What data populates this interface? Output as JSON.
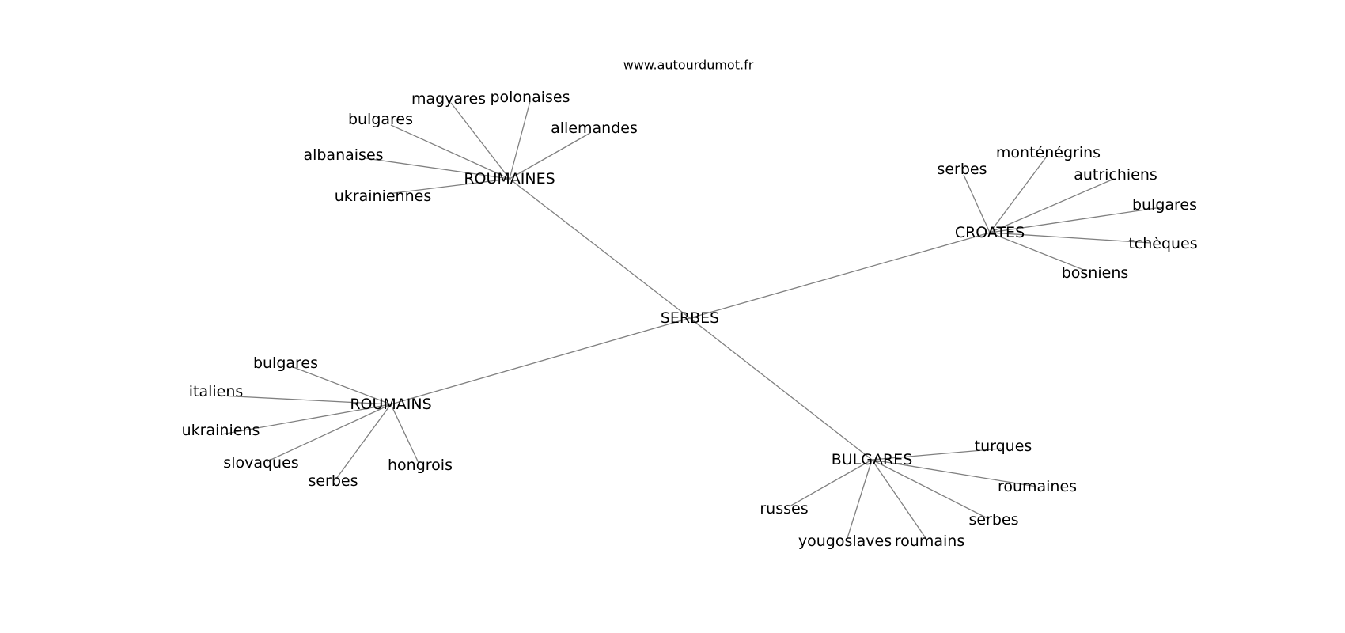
{
  "source": "www.autourdumot.fr",
  "graph": {
    "center": "SERBES",
    "hubs": [
      {
        "label": "ROUMAINES",
        "leaves": [
          "magyares",
          "polonaises",
          "bulgares",
          "allemandes",
          "albanaises",
          "ukrainiennes"
        ]
      },
      {
        "label": "CROATES",
        "leaves": [
          "serbes",
          "monténégrins",
          "autrichiens",
          "bulgares",
          "tchèques",
          "bosniens"
        ]
      },
      {
        "label": "ROUMAINS",
        "leaves": [
          "bulgares",
          "italiens",
          "ukrainiens",
          "slovaques",
          "serbes",
          "hongrois"
        ]
      },
      {
        "label": "BULGARES",
        "leaves": [
          "turques",
          "roumaines",
          "serbes",
          "russes",
          "yougoslaves",
          "roumains"
        ]
      }
    ]
  }
}
